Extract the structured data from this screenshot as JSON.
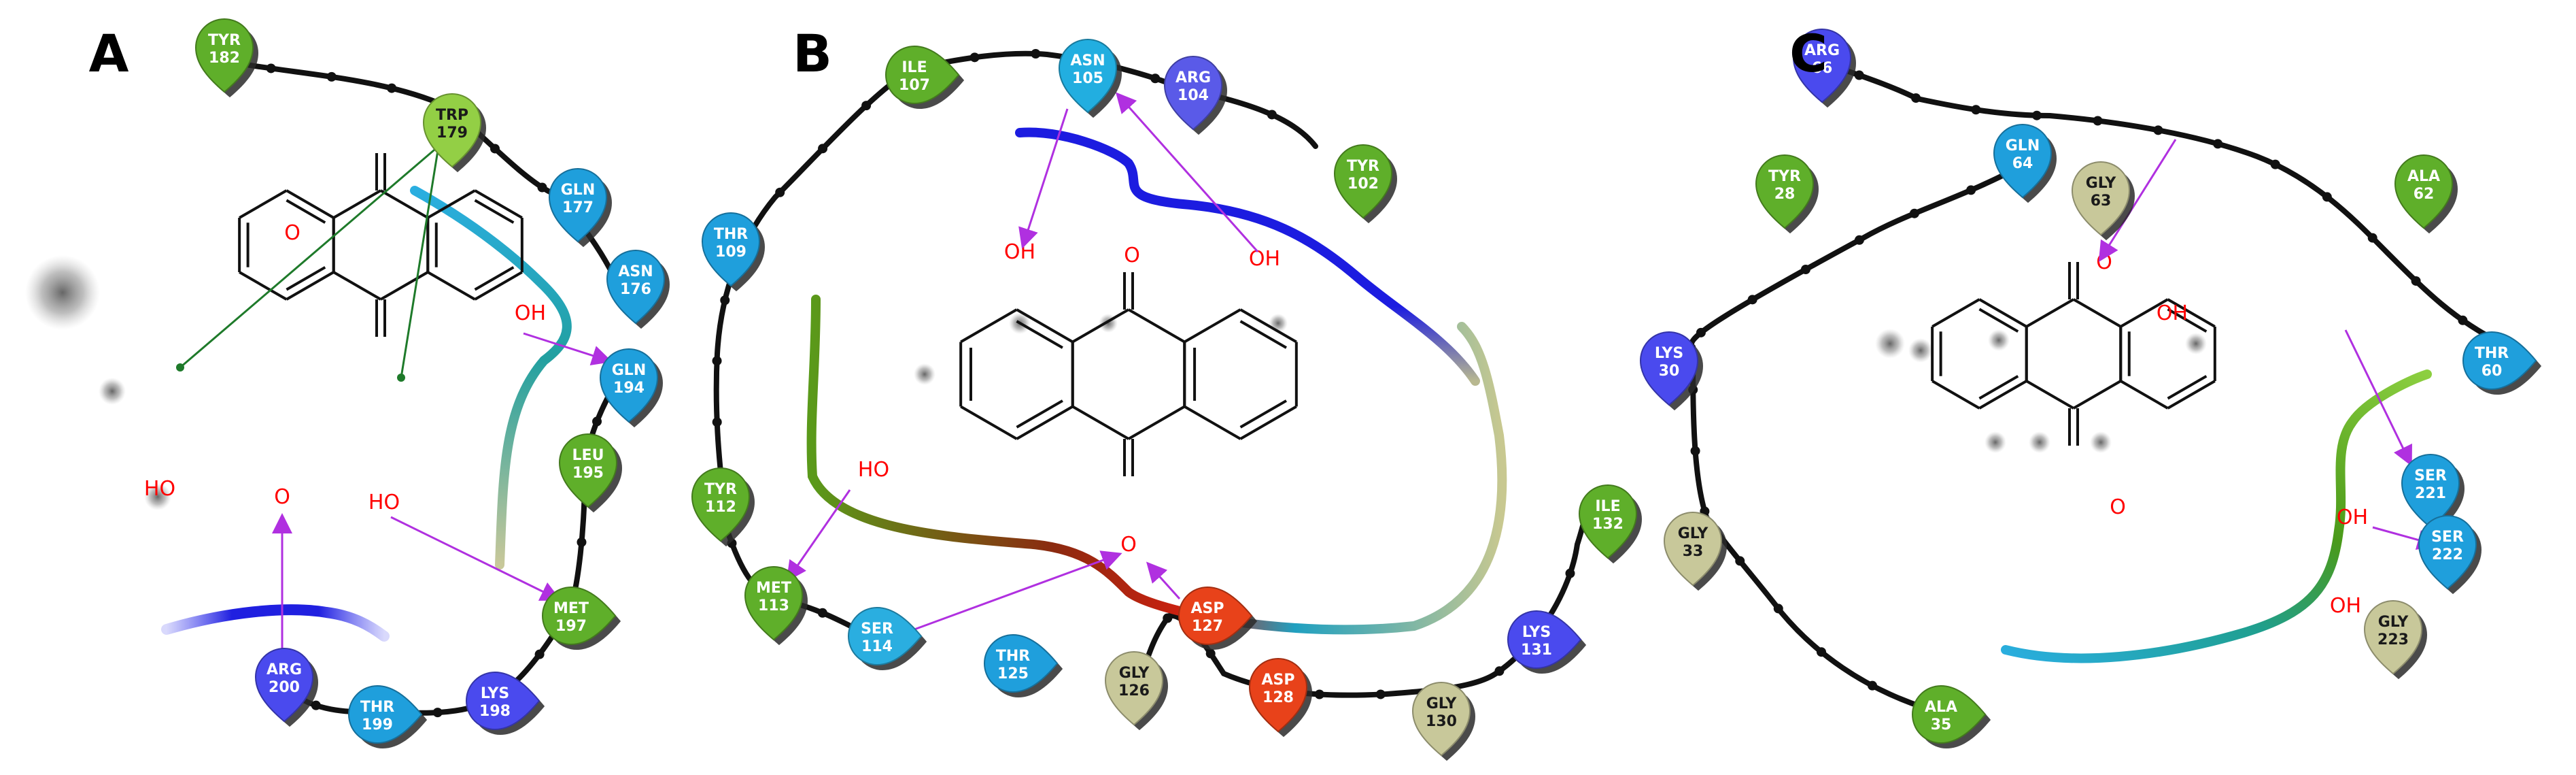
{
  "panels": [
    {
      "label": "A",
      "atoms": [
        "O",
        "O",
        "OH",
        "HO",
        "HO"
      ],
      "residues": [
        {
          "name": "TYR",
          "num": "182",
          "color": "#5faf2a"
        },
        {
          "name": "TRP",
          "num": "179",
          "color": "#93cf45"
        },
        {
          "name": "GLN",
          "num": "177",
          "color": "#1f9fdc"
        },
        {
          "name": "ASN",
          "num": "176",
          "color": "#1f9fdc"
        },
        {
          "name": "GLN",
          "num": "194",
          "color": "#1f9fdc"
        },
        {
          "name": "LEU",
          "num": "195",
          "color": "#5faf2a"
        },
        {
          "name": "MET",
          "num": "197",
          "color": "#5faf2a"
        },
        {
          "name": "LYS",
          "num": "198",
          "color": "#4a4aee"
        },
        {
          "name": "THR",
          "num": "199",
          "color": "#1f9fdc"
        },
        {
          "name": "ARG",
          "num": "200",
          "color": "#4a4aee"
        }
      ]
    },
    {
      "label": "B",
      "atoms": [
        "OH",
        "O",
        "OH",
        "HO",
        "O"
      ],
      "residues": [
        {
          "name": "ILE",
          "num": "107",
          "color": "#5faf2a"
        },
        {
          "name": "ASN",
          "num": "105",
          "color": "#22aee0"
        },
        {
          "name": "ARG",
          "num": "104",
          "color": "#5a5ae8"
        },
        {
          "name": "TYR",
          "num": "102",
          "color": "#5faf2a"
        },
        {
          "name": "THR",
          "num": "109",
          "color": "#1f9fdc"
        },
        {
          "name": "TYR",
          "num": "112",
          "color": "#5faf2a"
        },
        {
          "name": "MET",
          "num": "113",
          "color": "#5faf2a"
        },
        {
          "name": "SER",
          "num": "114",
          "color": "#2aaee0"
        },
        {
          "name": "THR",
          "num": "125",
          "color": "#1f9fdc"
        },
        {
          "name": "GLY",
          "num": "126",
          "color": "#c8c89a"
        },
        {
          "name": "ASP",
          "num": "127",
          "color": "#e8421a"
        },
        {
          "name": "ASP",
          "num": "128",
          "color": "#e8421a"
        },
        {
          "name": "GLY",
          "num": "130",
          "color": "#c8c89a"
        },
        {
          "name": "LYS",
          "num": "131",
          "color": "#4a4aee"
        },
        {
          "name": "ILE",
          "num": "132",
          "color": "#5faf2a"
        }
      ]
    },
    {
      "label": "C",
      "atoms": [
        "O",
        "OH",
        "OH",
        "O",
        "OH"
      ],
      "residues": [
        {
          "name": "ARG",
          "num": "66",
          "color": "#4a4aee"
        },
        {
          "name": "GLN",
          "num": "64",
          "color": "#1f9fdc"
        },
        {
          "name": "GLY",
          "num": "63",
          "color": "#c8c89a"
        },
        {
          "name": "ALA",
          "num": "62",
          "color": "#5faf2a"
        },
        {
          "name": "THR",
          "num": "60",
          "color": "#1f9fdc"
        },
        {
          "name": "TYR",
          "num": "28",
          "color": "#5faf2a"
        },
        {
          "name": "LYS",
          "num": "30",
          "color": "#4a4aee"
        },
        {
          "name": "GLY",
          "num": "33",
          "color": "#c8c89a"
        },
        {
          "name": "ALA",
          "num": "35",
          "color": "#5faf2a"
        },
        {
          "name": "SER",
          "num": "221",
          "color": "#1f9fdc"
        },
        {
          "name": "SER",
          "num": "222",
          "color": "#1f9fdc"
        },
        {
          "name": "GLY",
          "num": "223",
          "color": "#c8c89a"
        }
      ]
    }
  ]
}
